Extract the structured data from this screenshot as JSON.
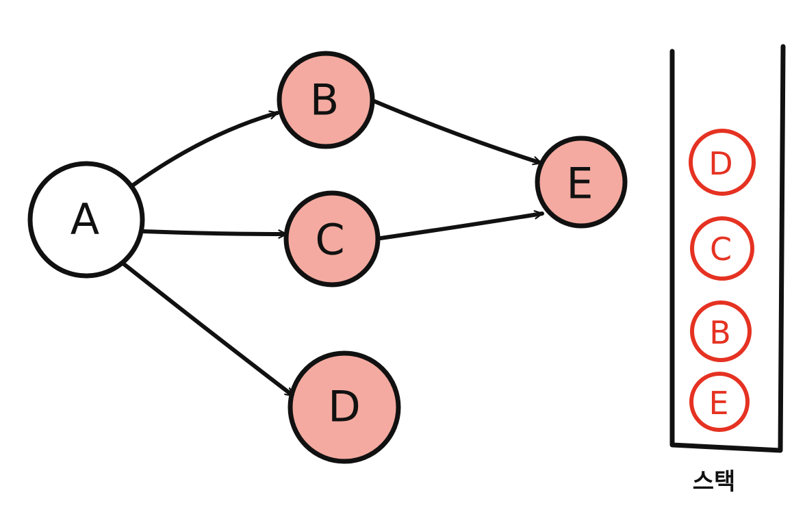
{
  "colors": {
    "ink": "#111111",
    "visited_fill": "#f4aaa0",
    "unvisited_fill": "#ffffff",
    "stack_red": "#e53222"
  },
  "graph": {
    "nodes": [
      {
        "id": "A",
        "label": "A",
        "visited": false
      },
      {
        "id": "B",
        "label": "B",
        "visited": true
      },
      {
        "id": "C",
        "label": "C",
        "visited": true
      },
      {
        "id": "D",
        "label": "D",
        "visited": true
      },
      {
        "id": "E",
        "label": "E",
        "visited": true
      }
    ],
    "edges": [
      {
        "from": "A",
        "to": "B"
      },
      {
        "from": "A",
        "to": "C"
      },
      {
        "from": "A",
        "to": "D"
      },
      {
        "from": "B",
        "to": "E"
      },
      {
        "from": "C",
        "to": "E"
      }
    ]
  },
  "stack": {
    "items": [
      "D",
      "C",
      "B",
      "E"
    ],
    "caption": "스택"
  }
}
